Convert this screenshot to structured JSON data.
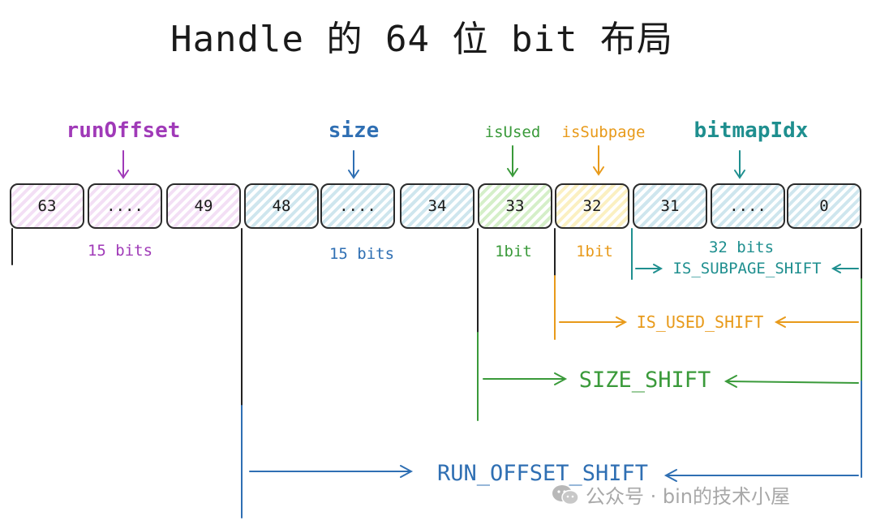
{
  "title": "Handle 的 64 位 bit 布局",
  "colors": {
    "purple": "#a03ab8",
    "blue": "#2f6fb3",
    "green": "#3a9a3a",
    "orange": "#e89a1a",
    "teal": "#1f8f8f"
  },
  "fields": {
    "runOffset": "runOffset",
    "size": "size",
    "isUsed": "isUsed",
    "isSubpage": "isSubpage",
    "bitmapIdx": "bitmapIdx"
  },
  "cells": [
    "63",
    "....",
    "49",
    "48",
    "....",
    "34",
    "33",
    "32",
    "31",
    "....",
    "0"
  ],
  "bit_counts": {
    "runOffset": "15 bits",
    "size": "15 bits",
    "isUsed": "1bit",
    "isSubpage": "1bit",
    "bitmapIdx": "32 bits"
  },
  "shifts": {
    "is_subpage": "IS_SUBPAGE_SHIFT",
    "is_used": "IS_USED_SHIFT",
    "size": "SIZE_SHIFT",
    "run_offset": "RUN_OFFSET_SHIFT"
  },
  "watermark": "公众号 · bin的技术小屋"
}
